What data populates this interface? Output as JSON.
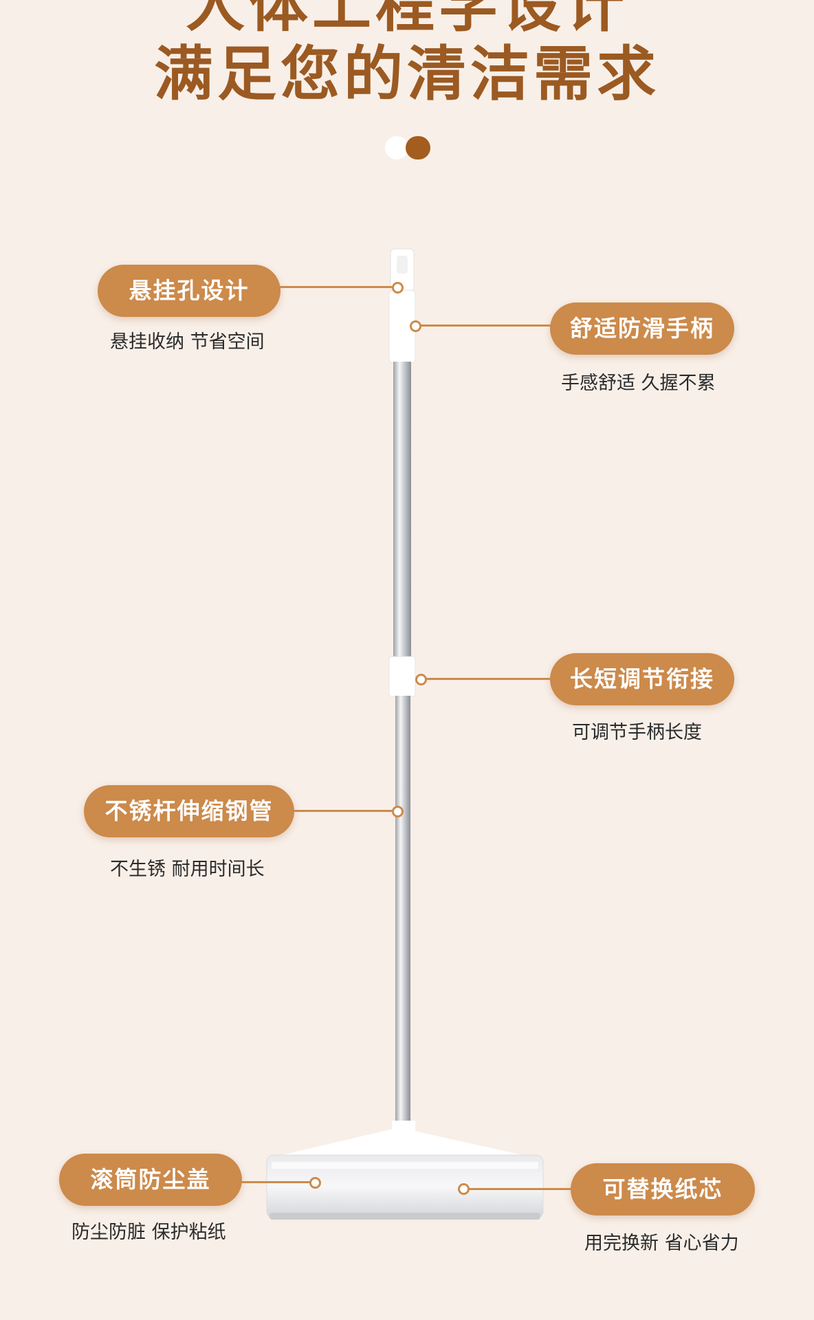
{
  "headline": {
    "line1": "人体工程学设计",
    "line2": "满足您的清洁需求"
  },
  "callouts": [
    {
      "label": "悬挂孔设计",
      "desc": "悬挂收纳 节省空间"
    },
    {
      "label": "舒适防滑手柄",
      "desc": "手感舒适 久握不累"
    },
    {
      "label": "长短调节衔接",
      "desc": "可调节手柄长度"
    },
    {
      "label": "不锈杆伸缩钢管",
      "desc": "不生锈 耐用时间长"
    },
    {
      "label": "滚筒防尘盖",
      "desc": "防尘防脏 保护粘纸"
    },
    {
      "label": "可替换纸芯",
      "desc": "用完换新 省心省力"
    }
  ],
  "colors": {
    "background": "#f8efe8",
    "accent": "#cc8a4b",
    "title": "#9b5a22"
  },
  "icons": [
    "toggle-indicator-icon",
    "lint-roller-illustration"
  ]
}
